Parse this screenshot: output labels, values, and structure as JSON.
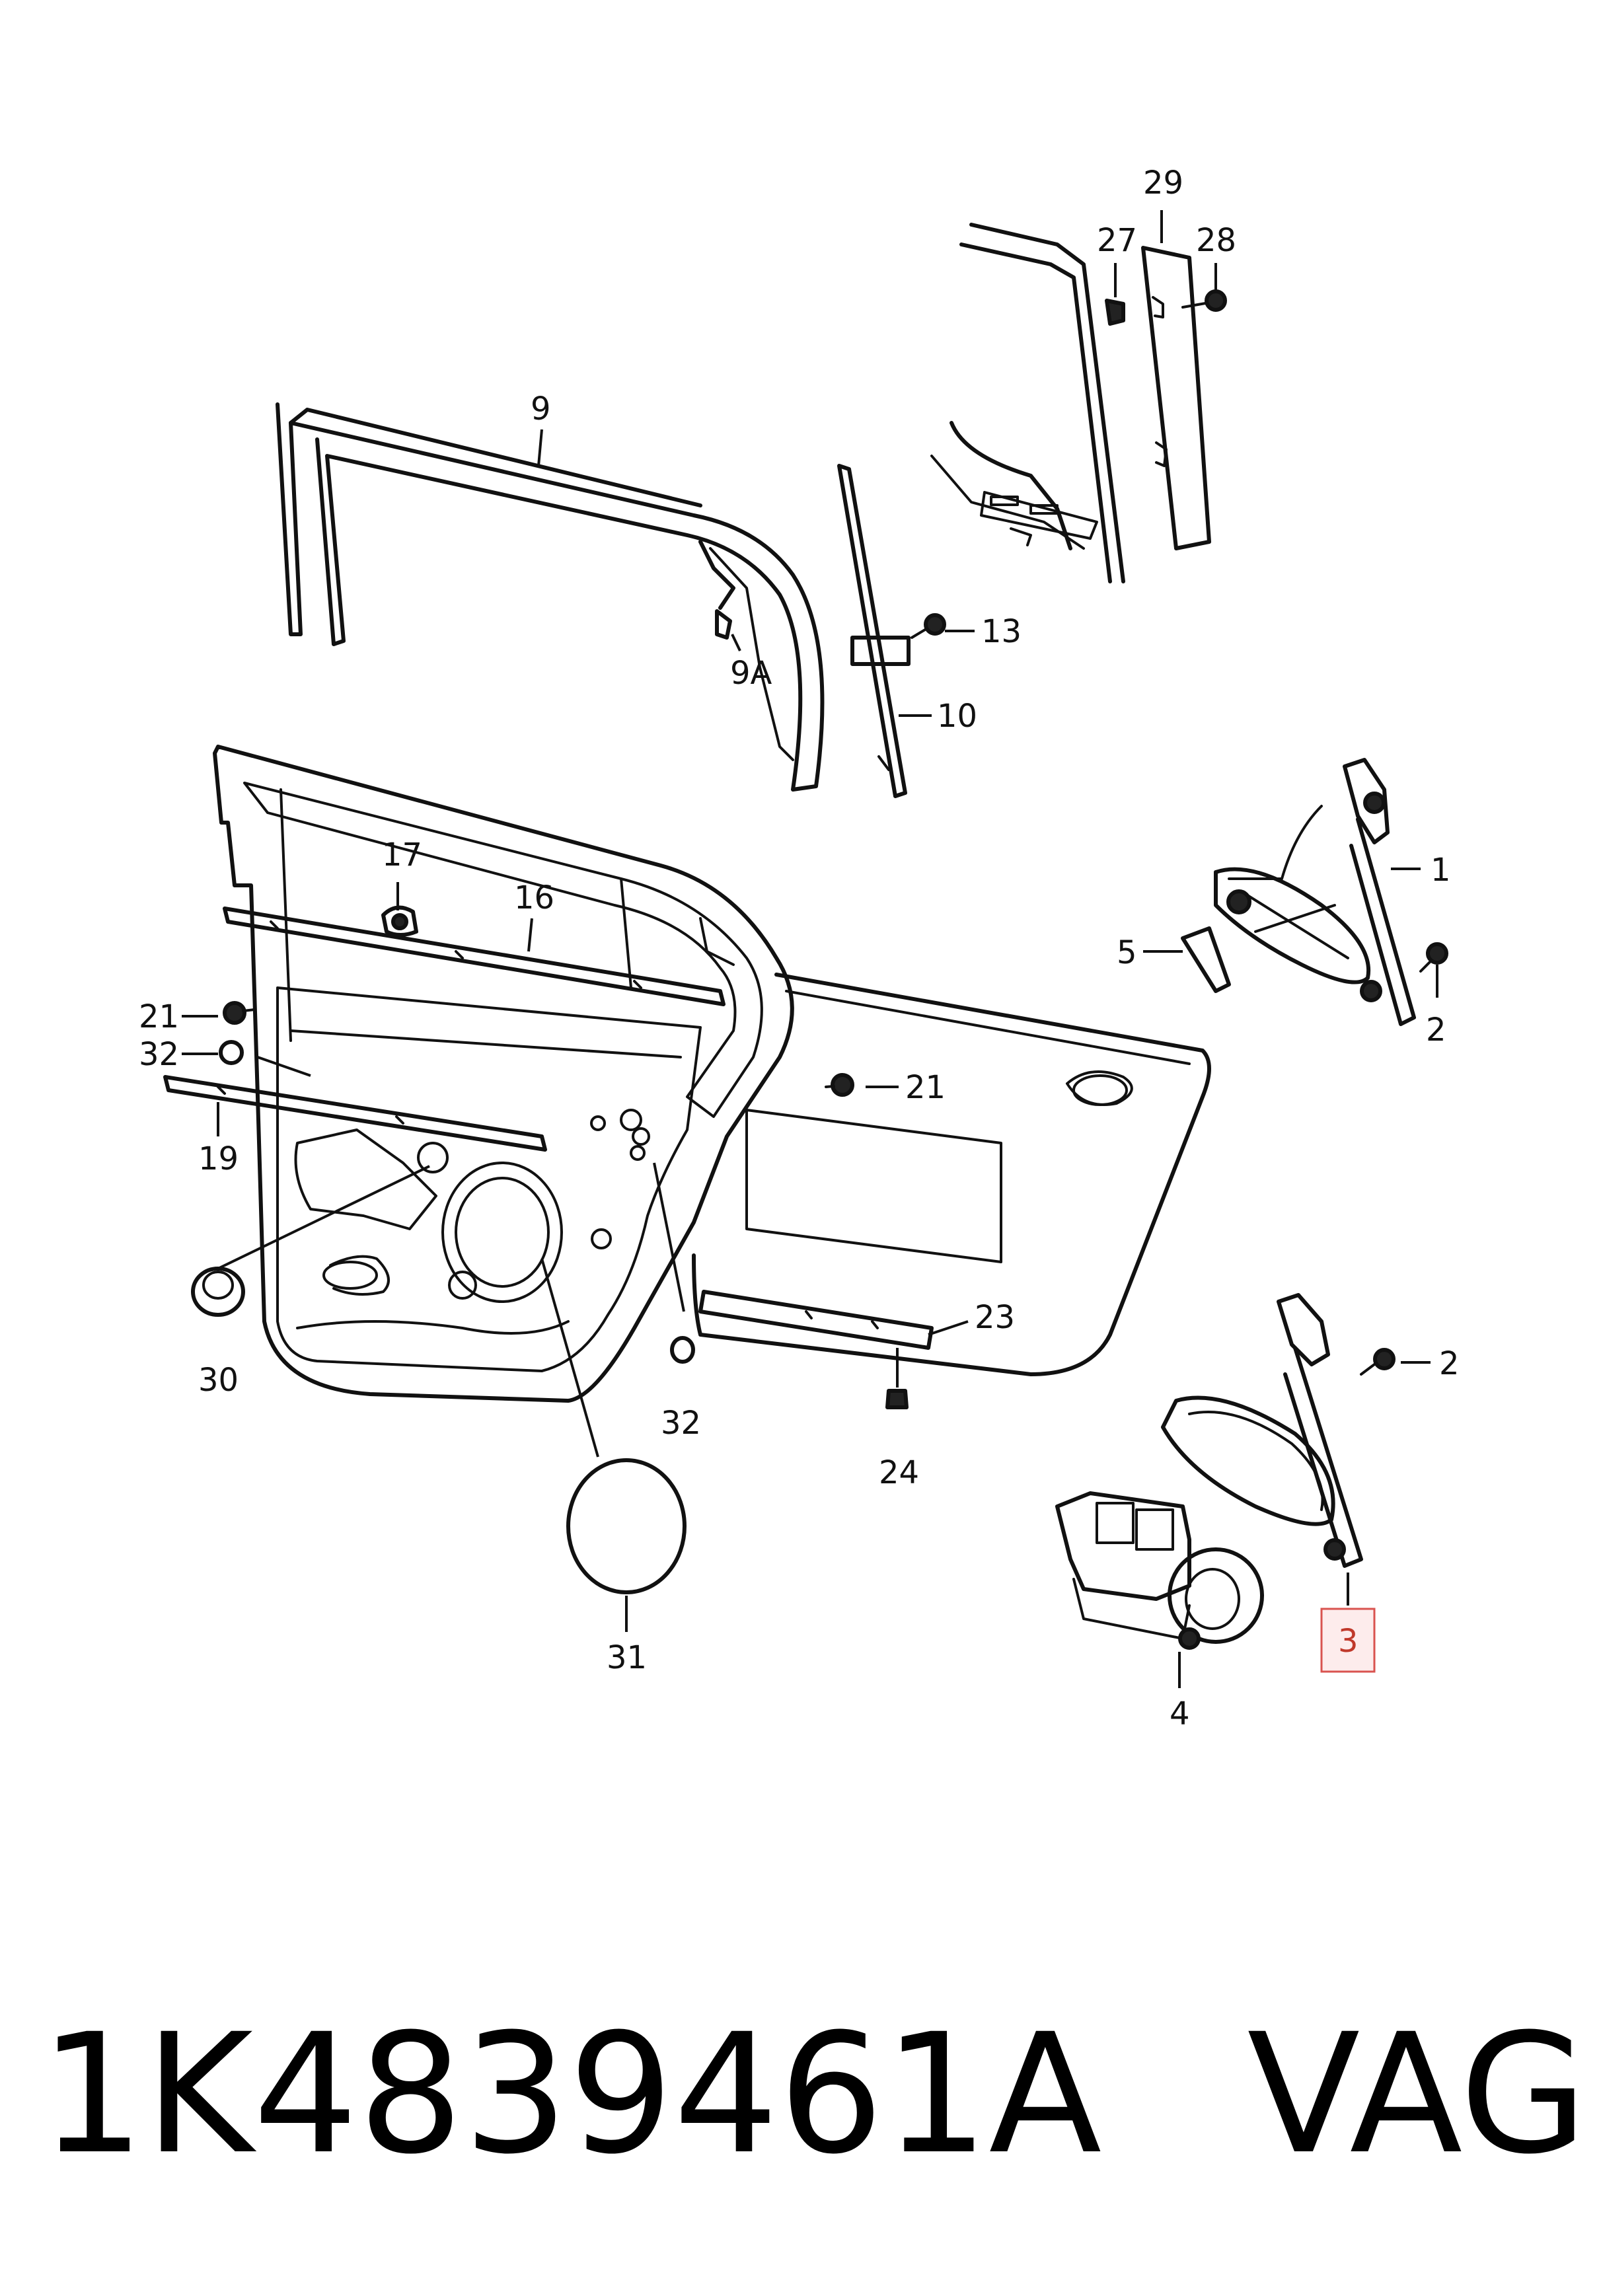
{
  "callouts": {
    "c1": "1",
    "c2a": "2",
    "c2b": "2",
    "c3": "3",
    "c4": "4",
    "c5": "5",
    "c9": "9",
    "c9a": "9A",
    "c10": "10",
    "c13": "13",
    "c16": "16",
    "c17": "17",
    "c19": "19",
    "c21a": "21",
    "c21b": "21",
    "c23": "23",
    "c24": "24",
    "c27": "27",
    "c28": "28",
    "c29": "29",
    "c30": "30",
    "c31": "31",
    "c32a": "32",
    "c32b": "32"
  },
  "highlight_callout": "3",
  "footer": {
    "part_number": "1K4839461A",
    "brand": "VAG"
  }
}
